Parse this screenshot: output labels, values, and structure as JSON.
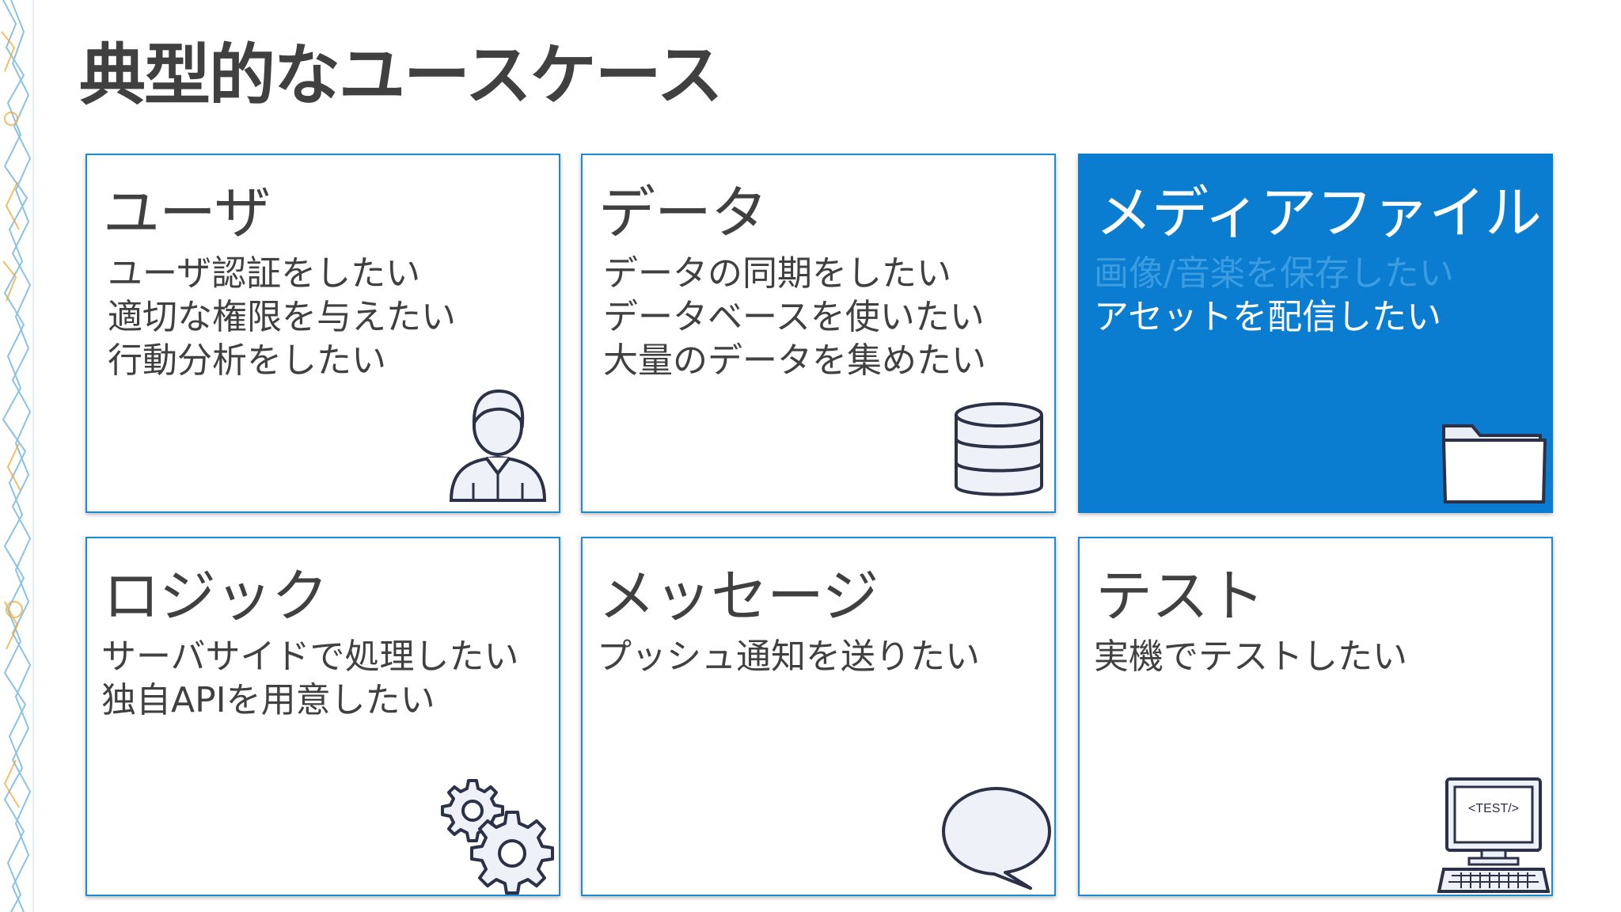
{
  "page": {
    "title": "典型的なユースケース"
  },
  "cards": [
    {
      "title": "ユーザ",
      "lines": [
        "ユーザ認証をしたい",
        "適切な権限を与えたい",
        "行動分析をしたい"
      ],
      "icon": "user-icon"
    },
    {
      "title": "データ",
      "lines": [
        "データの同期をしたい",
        "データベースを使いたい",
        "大量のデータを集めたい"
      ],
      "icon": "database-icon"
    },
    {
      "title": "メディアファイル",
      "lines": [
        "画像/音楽を保存したい",
        "アセットを配信したい"
      ],
      "icon": "folder-icon",
      "highlighted": true
    },
    {
      "title": "ロジック",
      "lines": [
        "サーバサイドで処理したい",
        "独自APIを用意したい"
      ],
      "icon": "gears-icon"
    },
    {
      "title": "メッセージ",
      "lines": [
        "プッシュ通知を送りたい"
      ],
      "icon": "speech-bubble-icon"
    },
    {
      "title": "テスト",
      "lines": [
        "実機でテストしたい"
      ],
      "icon": "computer-test-icon",
      "screen_text": "<TEST/>"
    }
  ],
  "colors": {
    "accent_blue": "#0a7dd0",
    "border_blue": "#1e8ad6",
    "text_dark": "#404040",
    "dim_text_on_blue": "#3b9ce0",
    "deco_orange": "#f0a830"
  }
}
